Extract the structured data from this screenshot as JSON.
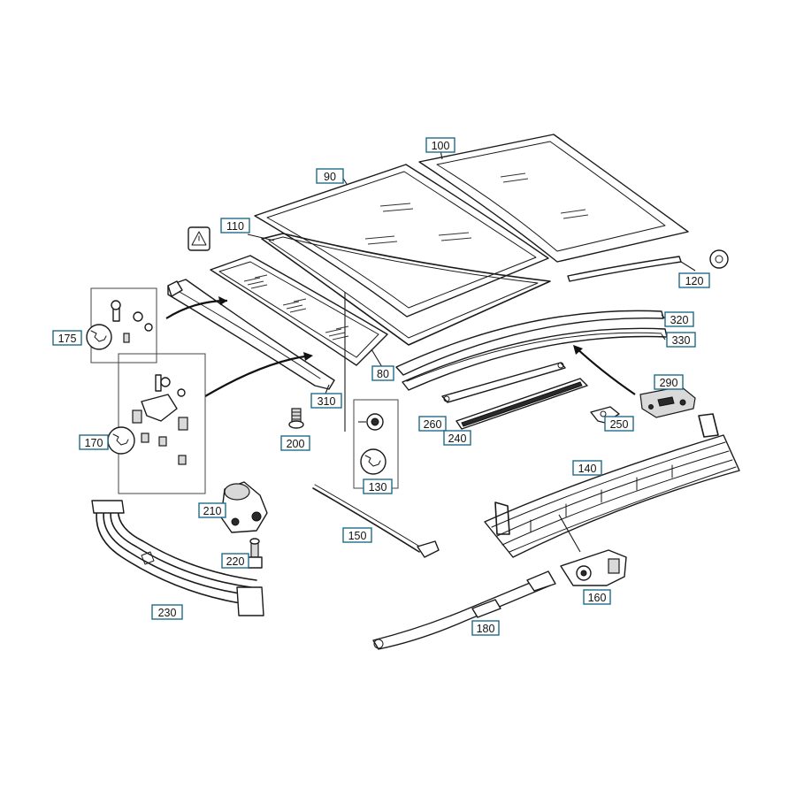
{
  "callouts": {
    "c80": "80",
    "c90": "90",
    "c100": "100",
    "c110": "110",
    "c120": "120",
    "c130": "130",
    "c140": "140",
    "c150": "150",
    "c160": "160",
    "c170": "170",
    "c175": "175",
    "c180": "180",
    "c200": "200",
    "c210": "210",
    "c220": "220",
    "c230": "230",
    "c240": "240",
    "c250": "250",
    "c260": "260",
    "c290": "290",
    "c310": "310",
    "c320": "320",
    "c330": "330"
  },
  "colors": {
    "callout_border": "#1f6b88",
    "line": "#1a1a1a",
    "background": "#ffffff"
  },
  "icons": {
    "service_kit_symbol": "wrench-icon",
    "warning_symbol": "warning-icon"
  }
}
